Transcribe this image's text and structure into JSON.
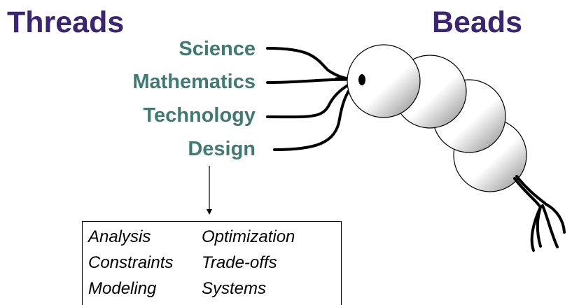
{
  "headings": {
    "left": "Threads",
    "right": "Beads"
  },
  "threads": [
    "Science",
    "Mathematics",
    "Technology",
    "Design"
  ],
  "topics": {
    "left_column": [
      "Analysis",
      "Constraints",
      "Modeling"
    ],
    "right_column": [
      "Optimization",
      "Trade-offs",
      "Systems"
    ]
  },
  "colors": {
    "heading": "#3b2471",
    "thread_label": "#3f7a74",
    "ink": "#000000",
    "bead_light": "#ffffff",
    "bead_dark": "#9a9a9a"
  }
}
